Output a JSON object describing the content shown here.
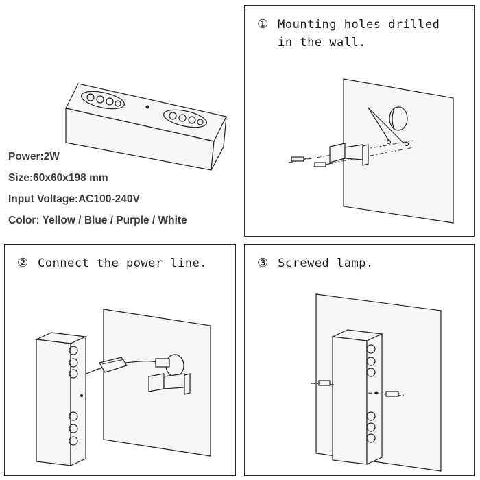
{
  "specs": {
    "power": "Power:2W",
    "size": "Size:60x60x198 mm",
    "voltage": "Input Voltage:AC100-240V",
    "color": "Color: Yellow / Blue / Purple / White"
  },
  "steps": [
    {
      "number": "①",
      "caption_line1": "Mounting holes drilled",
      "caption_line2": "in the wall."
    },
    {
      "number": "②",
      "caption_line1": "Connect the power line."
    },
    {
      "number": "③",
      "caption_line1": "Screwed lamp."
    }
  ]
}
